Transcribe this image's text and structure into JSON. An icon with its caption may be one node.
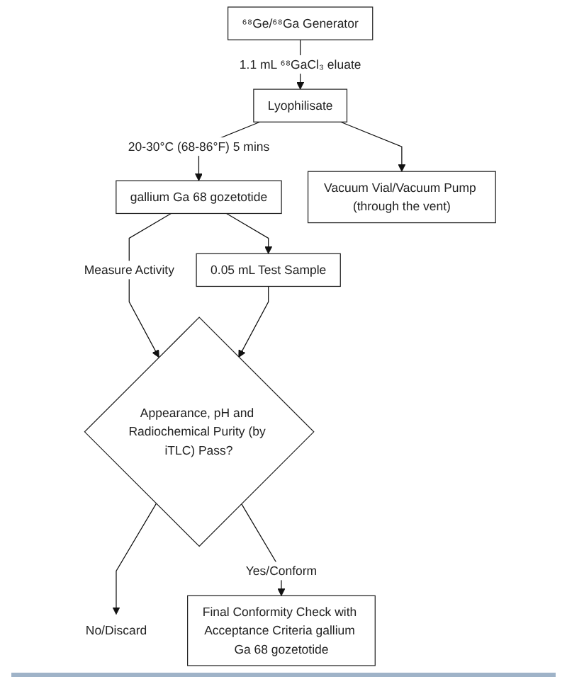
{
  "diagram": {
    "nodes": [
      {
        "text": [
          "⁶⁸Ge/⁶⁸Ga Generator"
        ]
      },
      {
        "text": [
          "Lyophilisate"
        ]
      },
      {
        "text": [
          "Vacuum Vial/Vacuum Pump (through the vent)"
        ]
      },
      {
        "text": [
          "gallium Ga 68 gozetotide"
        ]
      },
      {
        "text": [
          "0.05 mL Test Sample"
        ]
      },
      {
        "text": [
          "Appearance, pH and Radiochemical Purity (by iTLC) Pass?"
        ]
      },
      {
        "text": [
          "No/Discard"
        ]
      },
      {
        "text": [
          "Final Conformity Check with Acceptance Criteria gallium Ga 68 gozetotide"
        ]
      }
    ],
    "edges": [
      {
        "from": 0,
        "to": 1,
        "arrow": "to",
        "label": "1.1 mL ⁶⁸GaCl₃ eluate"
      },
      {
        "from": 1,
        "to": 2,
        "arrow": "to"
      },
      {
        "from": 1,
        "to": 3,
        "arrow": "to",
        "label": "20-30°C (68-86°F) 5 mins"
      },
      {
        "from": 3,
        "to": 5,
        "arrow": "to",
        "label": "Measure Activity"
      },
      {
        "from": 3,
        "to": 4,
        "arrow": "to"
      },
      {
        "from": 4,
        "to": 5,
        "arrow": "to"
      },
      {
        "from": 5,
        "to": 6,
        "arrow": "to"
      },
      {
        "from": 5,
        "to": 7,
        "arrow": "to",
        "label": "Yes/Conform"
      }
    ]
  }
}
